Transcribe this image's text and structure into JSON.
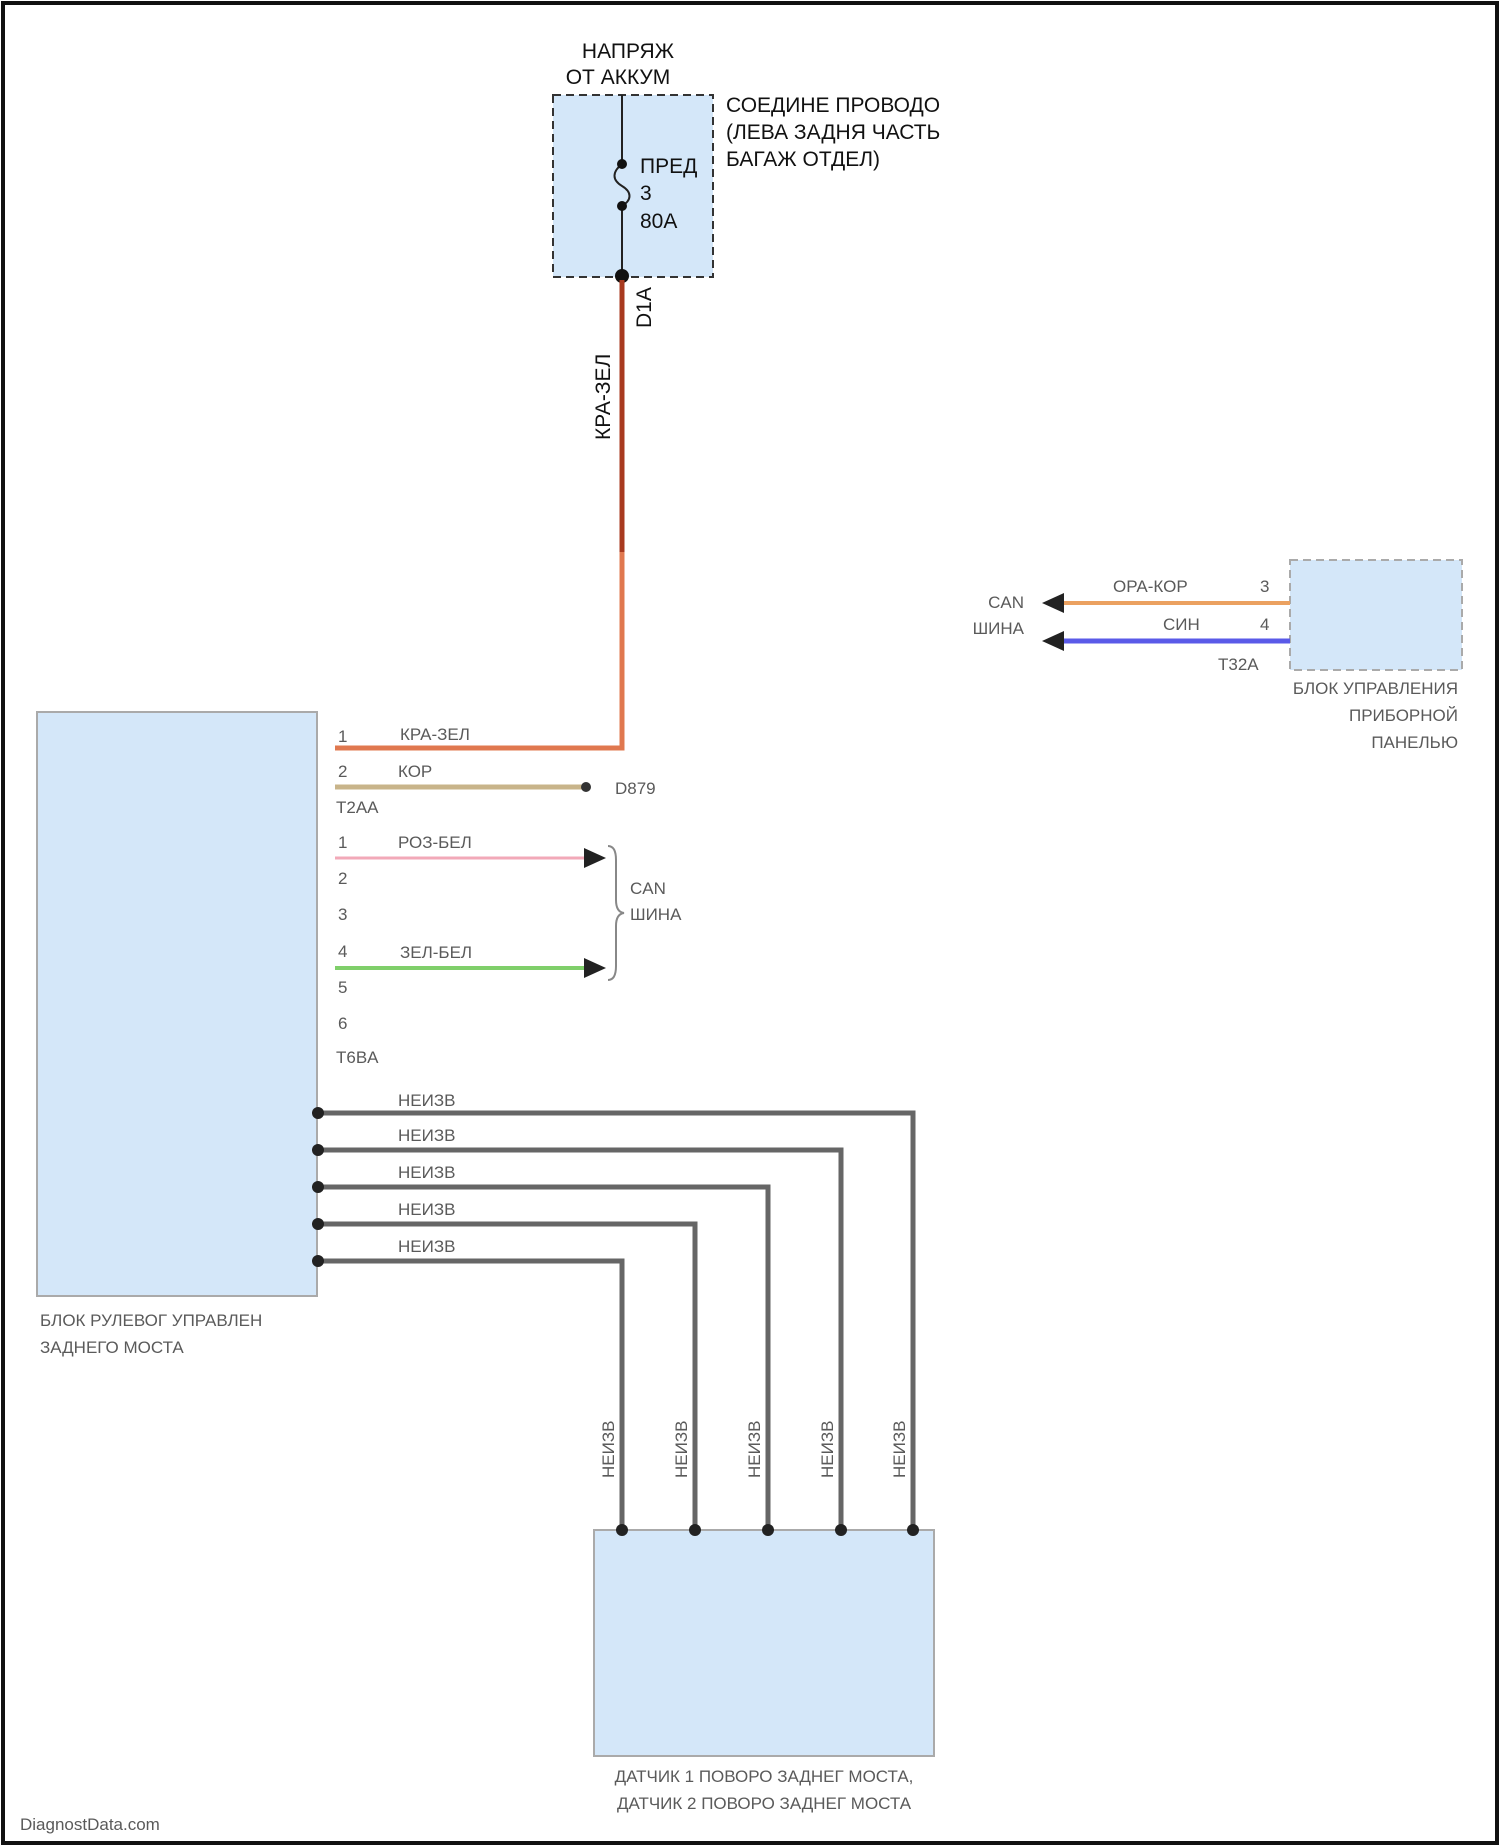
{
  "battery_supply": {
    "line1": "НАПРЯЖ",
    "line2": "ОТ АККУМ"
  },
  "wiring_connector": {
    "line1": "СОЕДИНЕ ПРОВОДО",
    "line2": "(ЛЕВА ЗАДНЯ ЧАСТЬ",
    "line3": "БАГАЖ ОТДЕЛ)"
  },
  "fuse": {
    "label": "ПРЕД",
    "number": "3",
    "rating": "80A"
  },
  "splice_d1a": "D1A",
  "main_wire_color": "КРА-ЗЕЛ",
  "rear_steering_module": {
    "label_line1": "БЛОК РУЛЕВОГ УПРАВЛЕН",
    "label_line2": "ЗАДНЕГО МОСТА",
    "connector_a": {
      "name": "T2AA",
      "pins": [
        {
          "pin": "1",
          "wire": "КРА-ЗЕЛ"
        },
        {
          "pin": "2",
          "wire": "КОР",
          "to": "D879"
        }
      ]
    },
    "connector_b": {
      "name": "T6BA",
      "pins": [
        {
          "pin": "1",
          "wire": "РОЗ-БЕЛ"
        },
        {
          "pin": "2",
          "wire": ""
        },
        {
          "pin": "3",
          "wire": ""
        },
        {
          "pin": "4",
          "wire": "ЗЕЛ-БЕЛ"
        },
        {
          "pin": "5",
          "wire": ""
        },
        {
          "pin": "6",
          "wire": ""
        }
      ],
      "bus_line1": "CAN",
      "bus_line2": "ШИНА"
    },
    "sensor_wires": [
      "НЕИЗВ",
      "НЕИЗВ",
      "НЕИЗВ",
      "НЕИЗВ",
      "НЕИЗВ"
    ]
  },
  "instrument_panel_module": {
    "label_line1": "БЛОК УПРАВЛЕНИЯ",
    "label_line2": "ПРИБОРНОЙ",
    "label_line3": "ПАНЕЛЬЮ",
    "connector": "T32A",
    "pins": [
      {
        "pin": "3",
        "wire": "ОРА-КОР"
      },
      {
        "pin": "4",
        "wire": "СИН"
      }
    ],
    "bus_line1": "CAN",
    "bus_line2": "ШИНА"
  },
  "angle_sensor": {
    "label_line1": "ДАТЧИК 1 ПОВОРО ЗАДНЕГ МОСТА,",
    "label_line2": "ДАТЧИК 2 ПОВОРО ЗАДНЕГ МОСТА",
    "wires": [
      "НЕИЗВ",
      "НЕИЗВ",
      "НЕИЗВ",
      "НЕИЗВ",
      "НЕИЗВ"
    ]
  },
  "watermark": "DiagnostData.com",
  "colors": {
    "module_fill": "#d4e7f9",
    "wire_red_green": "#a83a1f",
    "wire_red_green_light": "#e0784f",
    "wire_brown": "#c8b48a",
    "wire_pink": "#f2a9b8",
    "wire_green_white": "#7fcf6a",
    "wire_orange_brown": "#eba160",
    "wire_blue": "#5a5ae8",
    "wire_unknown": "#666666"
  }
}
